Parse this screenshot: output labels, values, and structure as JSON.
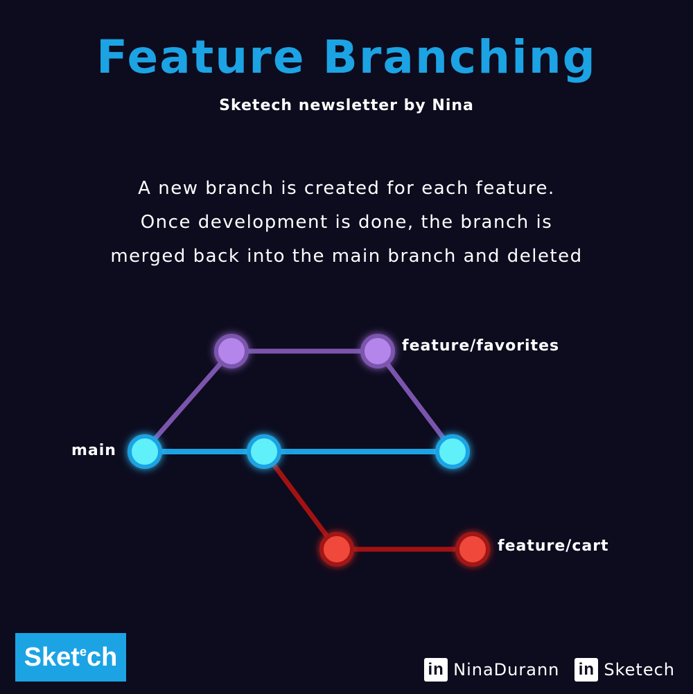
{
  "header": {
    "title": "Feature Branching",
    "subtitle": "Sketech newsletter by Nina"
  },
  "description": {
    "lines": [
      "A new branch is created for each feature.",
      "Once development is done, the branch is",
      "merged back into the main branch and deleted"
    ]
  },
  "diagram": {
    "branches": {
      "main": {
        "label": "main",
        "color": "#1ca3e4",
        "node_color": "#5ef0fa"
      },
      "favorites": {
        "label": "feature/favorites",
        "color": "#7b55ad",
        "node_color": "#b485ea"
      },
      "cart": {
        "label": "feature/cart",
        "color": "#c01515",
        "node_color": "#f04a3a"
      }
    }
  },
  "footer": {
    "logo_text": "Sket",
    "logo_sup": "e",
    "logo_tail": "ch",
    "social": [
      {
        "icon": "linkedin-icon",
        "handle": "NinaDurann"
      },
      {
        "icon": "linkedin-icon",
        "handle": "Sketech"
      }
    ],
    "linkedin_glyph": "in"
  },
  "colors": {
    "background": "#0d0b1e",
    "accent": "#1ca3e4"
  }
}
